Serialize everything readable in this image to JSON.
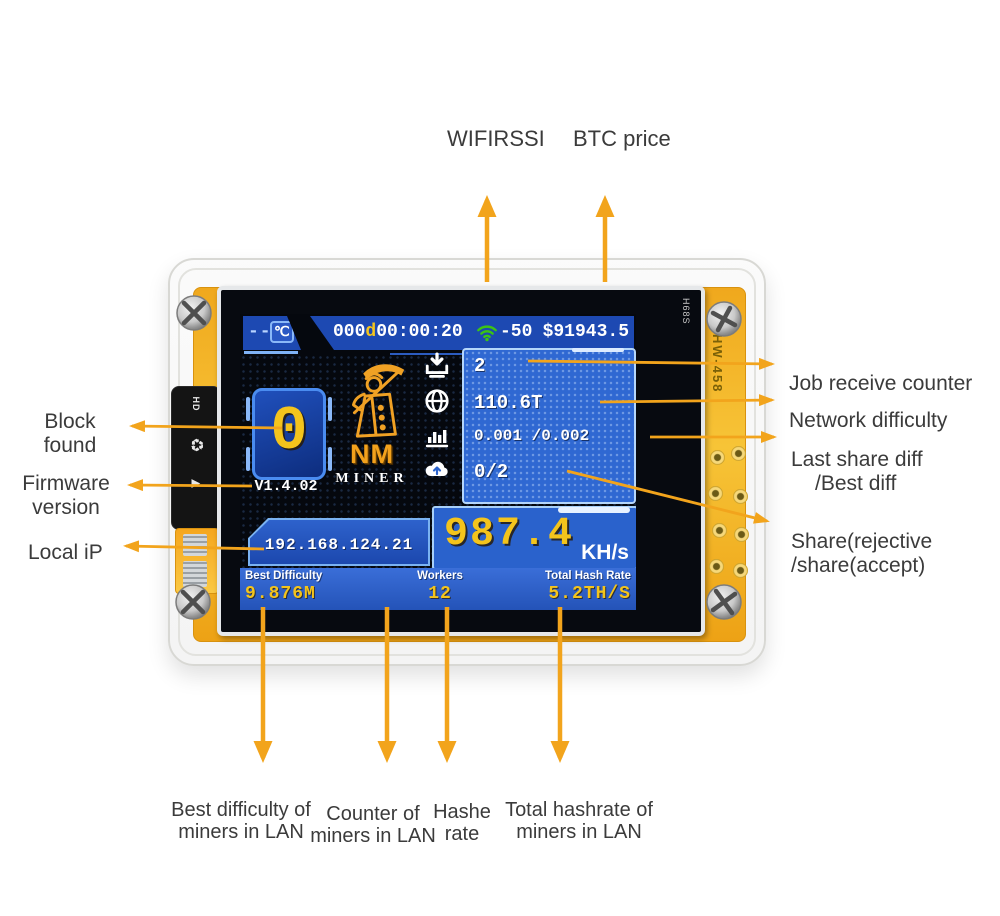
{
  "colors": {
    "arrow": "#F2A41C",
    "screen_value_yellow": "#F4C41C",
    "wifi_green": "#3CC414",
    "pcb_yellow": "#F5B32A"
  },
  "annotations": {
    "top": [
      {
        "label": "WIFIRSSI"
      },
      {
        "label": "BTC price"
      }
    ],
    "right": [
      {
        "line1": "Job receive counter"
      },
      {
        "line1": "Network difficulty"
      },
      {
        "line1": "Last share diff",
        "line2": "/Best diff"
      },
      {
        "line1": "Share(rejective",
        "line2": "/share(accept)"
      }
    ],
    "left": [
      {
        "line1": "Block",
        "line2": "found"
      },
      {
        "line1": "Firmware",
        "line2": "version"
      },
      {
        "line1": "Local iP"
      }
    ],
    "bottom": [
      {
        "line1": "Best difficulty of",
        "line2": "miners in LAN"
      },
      {
        "line1": "Counter of",
        "line2": "miners in LAN"
      },
      {
        "line1": "Hashe",
        "line2": "rate"
      },
      {
        "line1": "Total hashrate of",
        "line2": "miners in LAN"
      }
    ]
  },
  "device": {
    "markings": {
      "pcb_right": "HW-458",
      "bezel_right": "H68S",
      "flex_left": "HD"
    },
    "screen": {
      "topbar": {
        "temp": "--",
        "temp_unit": "℃",
        "uptime_days": "000",
        "uptime_d": "d",
        "uptime_time": "00:00:20",
        "rssi": "-50",
        "btc_price": "$91943.5"
      },
      "block_found": "0",
      "firmware": "V1.4.02",
      "logo": {
        "line1": "NM",
        "line2": "MINER"
      },
      "stats_panel": {
        "job_counter": "2",
        "network_difficulty": "110.6T",
        "share_diff": "0.001 /0.002",
        "shares": "0/2"
      },
      "local_ip": "192.168.124.21",
      "hashrate": {
        "value": "987.4",
        "unit": "KH/s"
      },
      "statusbar": [
        {
          "label": "Best Difficulty",
          "value": "9.876M"
        },
        {
          "label": "Workers",
          "value": "12"
        },
        {
          "label": "Total Hash Rate",
          "value": "5.2TH/S"
        }
      ]
    }
  }
}
